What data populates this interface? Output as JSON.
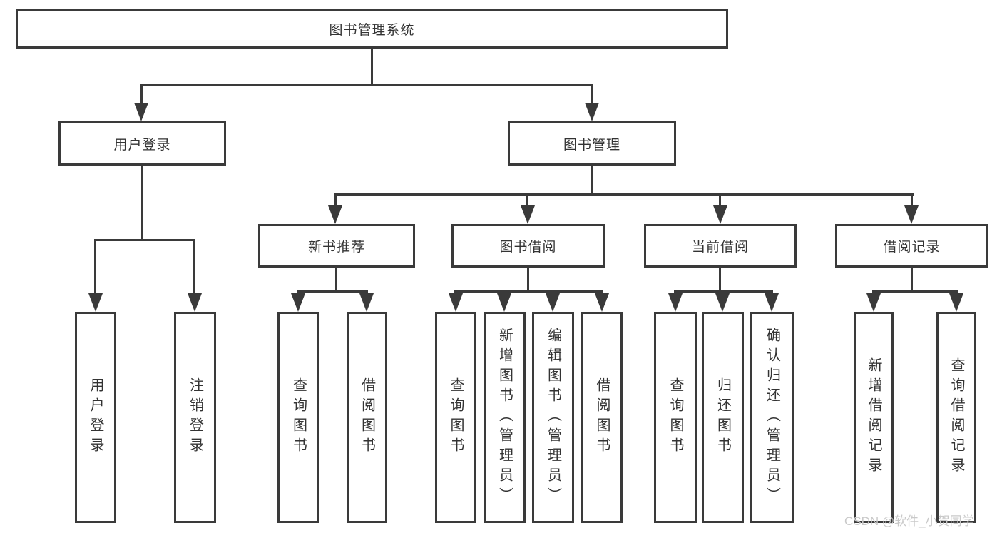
{
  "diagram": {
    "nodes": {
      "root": "图书管理系统",
      "user_login": "用户登录",
      "book_mgmt": "图书管理",
      "new_book_rec": "新书推荐",
      "book_borrow": "图书借阅",
      "current_borrow": "当前借阅",
      "borrow_records": "借阅记录",
      "leaf_user_login": "用户登录",
      "leaf_logout": "注销登录",
      "rec_query": "查询图书",
      "rec_borrow": "借阅图书",
      "bb_query": "查询图书",
      "bb_add": "新增图书（管理员）",
      "bb_edit": "编辑图书（管理员）",
      "bb_borrow": "借阅图书",
      "cb_query": "查询图书",
      "cb_return": "归还图书",
      "cb_confirm": "确认归还（管理员）",
      "br_add": "新增借阅记录",
      "br_query": "查询借阅记录"
    },
    "watermark": "CSDN @软件_小贺同学",
    "colors": {
      "line": "#3a3a3a",
      "text": "#333333",
      "watermark": "#c9c9c9",
      "background": "#ffffff"
    }
  }
}
